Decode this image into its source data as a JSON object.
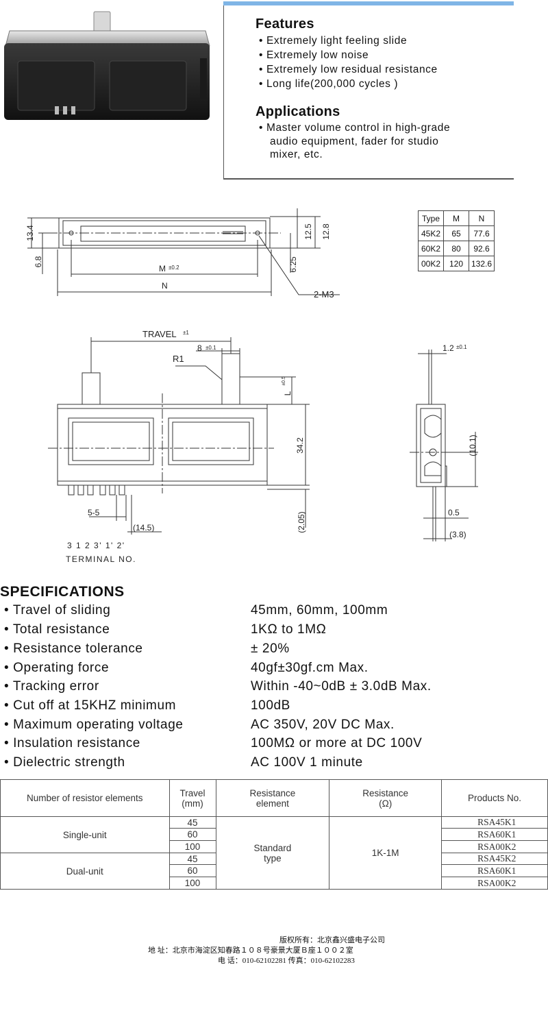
{
  "features": {
    "heading": "Features",
    "items": [
      "Extremely light feeling slide",
      "Extremely low noise",
      "Extremely low residual resistance",
      "Long life(200,000 cycles )"
    ]
  },
  "applications": {
    "heading": "Applications",
    "lines": [
      "Master volume control in high-grade",
      "audio equipment, fader for studio",
      "mixer, etc."
    ]
  },
  "bullet": "•",
  "dimension_table": {
    "headers": [
      "Type",
      "M",
      "N"
    ],
    "rows": [
      [
        "45K2",
        "65",
        "77.6"
      ],
      [
        "60K2",
        "80",
        "92.6"
      ],
      [
        "00K2",
        "120",
        "132.6"
      ]
    ]
  },
  "top_drawing": {
    "labels": {
      "d13_4": "13.4",
      "d6_8": "6.8",
      "d12_5": "12.5",
      "d12_8": "12.8",
      "d6_25": "6.25",
      "m": "M",
      "m_tol": "±0.2",
      "n": "N",
      "m3": "2-M3"
    }
  },
  "front_drawing": {
    "labels": {
      "travel": "TRAVEL",
      "travel_tol": "±1",
      "d8": "8",
      "d8_tol": "±0.1",
      "r1": "R1",
      "l": "L",
      "l_tol": "±0.5",
      "d34_2": "34.2",
      "d2_05": "(2.05)",
      "d5_5": "5-5",
      "d14_5": "(14.5)",
      "terminals": "3  1  2  3' 1' 2'",
      "terminal_no": "TERMINAL NO."
    }
  },
  "side_drawing": {
    "labels": {
      "d1_2": "1.2",
      "d1_2_tol": "±0.1",
      "d10_1": "(10.1)",
      "d0_5": "0.5",
      "d3_8": "(3.8)"
    }
  },
  "specifications": {
    "title": "SPECIFICATIONS",
    "rows": [
      {
        "label": "Travel of sliding",
        "value": "45mm, 60mm, 100mm"
      },
      {
        "label": "Total resistance",
        "value": "1KΩ  to 1MΩ"
      },
      {
        "label": "Resistance tolerance",
        "value": "±  20%"
      },
      {
        "label": "Operating force",
        "value": "40gf±30gf.cm Max."
      },
      {
        "label": "Tracking error",
        "value": "Within -40~0dB  ±  3.0dB Max."
      },
      {
        "label": "Cut off at 15KHZ minimum",
        "value": "100dB"
      },
      {
        "label": "Maximum operating voltage",
        "value": "AC 350V, 20V DC Max."
      },
      {
        "label": "Insulation resistance",
        "value": "100MΩ   or more at DC 100V"
      },
      {
        "label": "Dielectric strength",
        "value": "AC 100V 1 minute"
      }
    ]
  },
  "products_table": {
    "headers": {
      "elements": "Number of resistor elements",
      "travel": [
        "Travel",
        "(mm)"
      ],
      "resistance_element": [
        "Resistance",
        "element"
      ],
      "resistance": [
        "Resistance",
        "(Ω)"
      ],
      "products": "Products No."
    },
    "single_unit": "Single-unit",
    "dual_unit": "Dual-unit",
    "element_type": [
      "Standard",
      "type"
    ],
    "resistance_range": "1K-1M",
    "travels": [
      "45",
      "60",
      "100",
      "45",
      "60",
      "100"
    ],
    "products": [
      "RSA45K1",
      "RSA60K1",
      "RSA00K2",
      "RSA45K2",
      "RSA60K1",
      "RSA00K2"
    ]
  },
  "footer": {
    "copyright": "版权所有：北京鑫兴盛电子公司",
    "address": "地      址：北京市海淀区知春路１０８号豪景大厦Ｂ座１００２室",
    "phone": "电      话：010-62102281   传真：010-62102283"
  }
}
